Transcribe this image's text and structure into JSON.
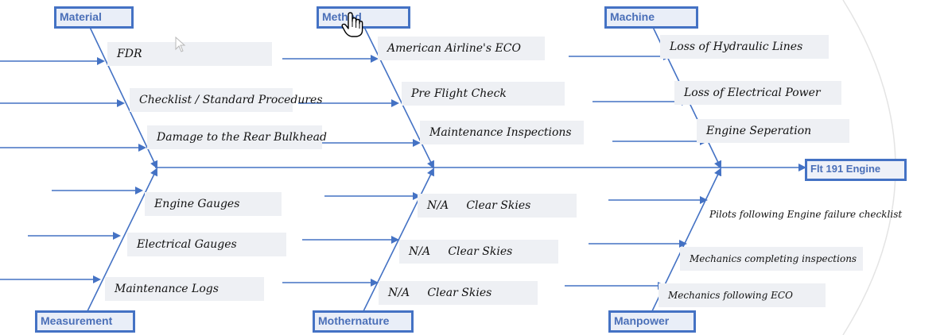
{
  "effect": "Flt 191 Engine",
  "categories": {
    "material": "Material",
    "method": "Method",
    "machine": "Machine",
    "measurement": "Measurement",
    "mothernature": "Mothernature",
    "manpower": "Manpower"
  },
  "causes": {
    "material": [
      "FDR",
      "Checklist / Standard Procedures",
      "Damage to the Rear Bulkhead"
    ],
    "method": [
      "American Airline's ECO",
      "Pre Flight Check",
      "Maintenance Inspections"
    ],
    "machine": [
      "Loss of Hydraulic Lines",
      "Loss of Electrical Power",
      "Engine Seperation"
    ],
    "measurement": [
      "Engine Gauges",
      "Electrical Gauges",
      "Maintenance Logs"
    ],
    "mothernature": [
      "N/A     Clear Skies",
      "N/A     Clear Skies",
      "N/A     Clear Skies"
    ],
    "manpower": [
      "Pilots following Engine failure checklist",
      "Mechanics completing inspections",
      "Mechanics following ECO"
    ]
  },
  "colors": {
    "line": "#4472c4",
    "box_border": "#4472c4",
    "text": "#4a6fb8"
  }
}
